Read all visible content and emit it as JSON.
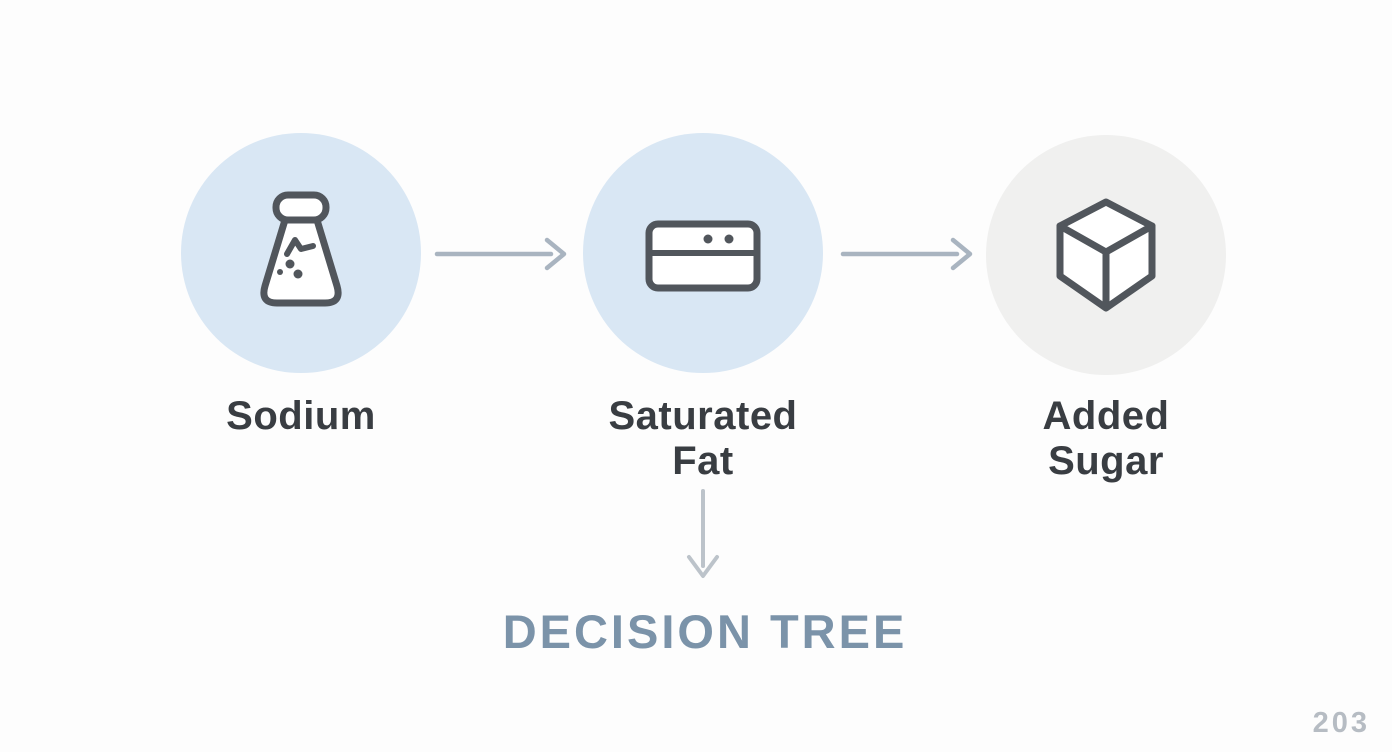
{
  "diagram": {
    "type": "flow",
    "title": {
      "text": "DECISION TREE"
    },
    "nodes": [
      {
        "id": "sodium",
        "label": "Sodium",
        "icon": "salt-shaker-icon"
      },
      {
        "id": "saturated-fat",
        "label": "Saturated Fat",
        "icon": "butter-stick-icon"
      },
      {
        "id": "added-sugar",
        "label": "Added Sugar",
        "icon": "sugar-cube-icon"
      }
    ],
    "connectors": [
      {
        "from": "sodium",
        "to": "saturated-fat",
        "direction": "right"
      },
      {
        "from": "saturated-fat",
        "to": "added-sugar",
        "direction": "right"
      },
      {
        "from": "saturated-fat",
        "to": "decision-tree",
        "direction": "down"
      }
    ]
  },
  "page": {
    "page_number": "203"
  },
  "colors": {
    "background": "#fdfdfd",
    "node_blue": "#d9e7f4",
    "node_gray": "#f0f0ef",
    "icon_stroke": "#51565c",
    "arrow": "#a9b4c0",
    "down_arrow": "#bcc3ca",
    "label_text": "#393d42",
    "title_text": "#7b93a9",
    "page_number": "#b6bcc3"
  }
}
